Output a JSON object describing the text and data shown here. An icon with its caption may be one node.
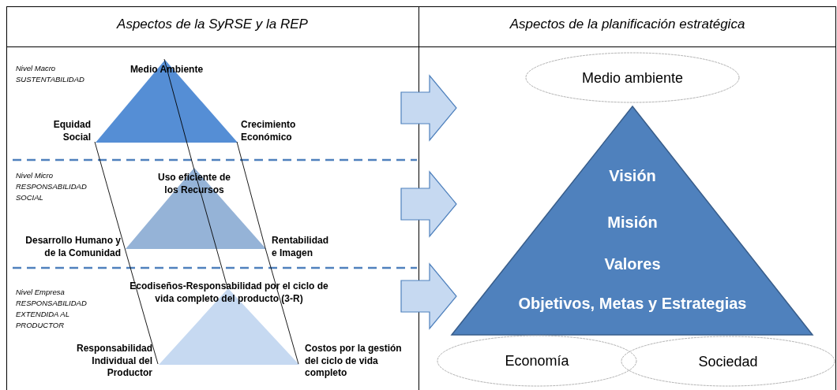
{
  "diagram": {
    "nodes": [
      {
        "text": [
          "Aspectos de la SyRSE y la REP"
        ]
      },
      {
        "text": [
          "Medio Ambiente",
          "Equidad Social",
          "Crecimiento Económico"
        ],
        "in": 0
      },
      {
        "text": [
          "Uso eficiente de los Recursos",
          "Desarrollo Humano y de la Comunidad",
          "Rentabilidad e Imagen"
        ],
        "in": 0
      },
      {
        "text": [
          "Ecodiseños-Responsabilidad por el ciclo de vida completo del producto (3-R)",
          "Responsabilidad Individual del Productor",
          "Costos por la gestión del ciclo de vida completo"
        ],
        "in": 0
      },
      {
        "text": [
          "Aspectos de la planificación estratégica"
        ]
      },
      {
        "text": [
          "Medio ambiente"
        ],
        "in": 4
      },
      {
        "text": [
          "Visión",
          "Misión",
          "Valores",
          "Objetivos, Metas y Estrategias"
        ],
        "in": 4
      },
      {
        "text": [
          "Economía"
        ],
        "in": 4
      },
      {
        "text": [
          "Sociedad"
        ],
        "in": 4
      }
    ],
    "edges": [
      {
        "from": 0,
        "to": 4,
        "arrow": "to",
        "style": "thick"
      },
      {
        "from": 0,
        "to": 4,
        "arrow": "to",
        "style": "thick"
      },
      {
        "from": 0,
        "to": 4,
        "arrow": "to",
        "style": "thick"
      },
      {
        "from": 1,
        "to": 2,
        "arrow": "none"
      },
      {
        "from": 2,
        "to": 3,
        "arrow": "none"
      },
      {
        "from": 1,
        "to": 2,
        "arrow": "none"
      },
      {
        "from": 2,
        "to": 3,
        "arrow": "none"
      },
      {
        "from": 1,
        "to": 2,
        "arrow": "none"
      },
      {
        "from": 2,
        "to": 3,
        "arrow": "none"
      }
    ],
    "labels": [
      "Nivel Macro",
      "SUSTENTABILIDAD",
      "Nivel Micro",
      "RESPONSABILIDAD SOCIAL",
      "Nivel Empresa",
      "RESPONSABILIDAD EXTENDIDA AL PRODUCTOR"
    ]
  }
}
